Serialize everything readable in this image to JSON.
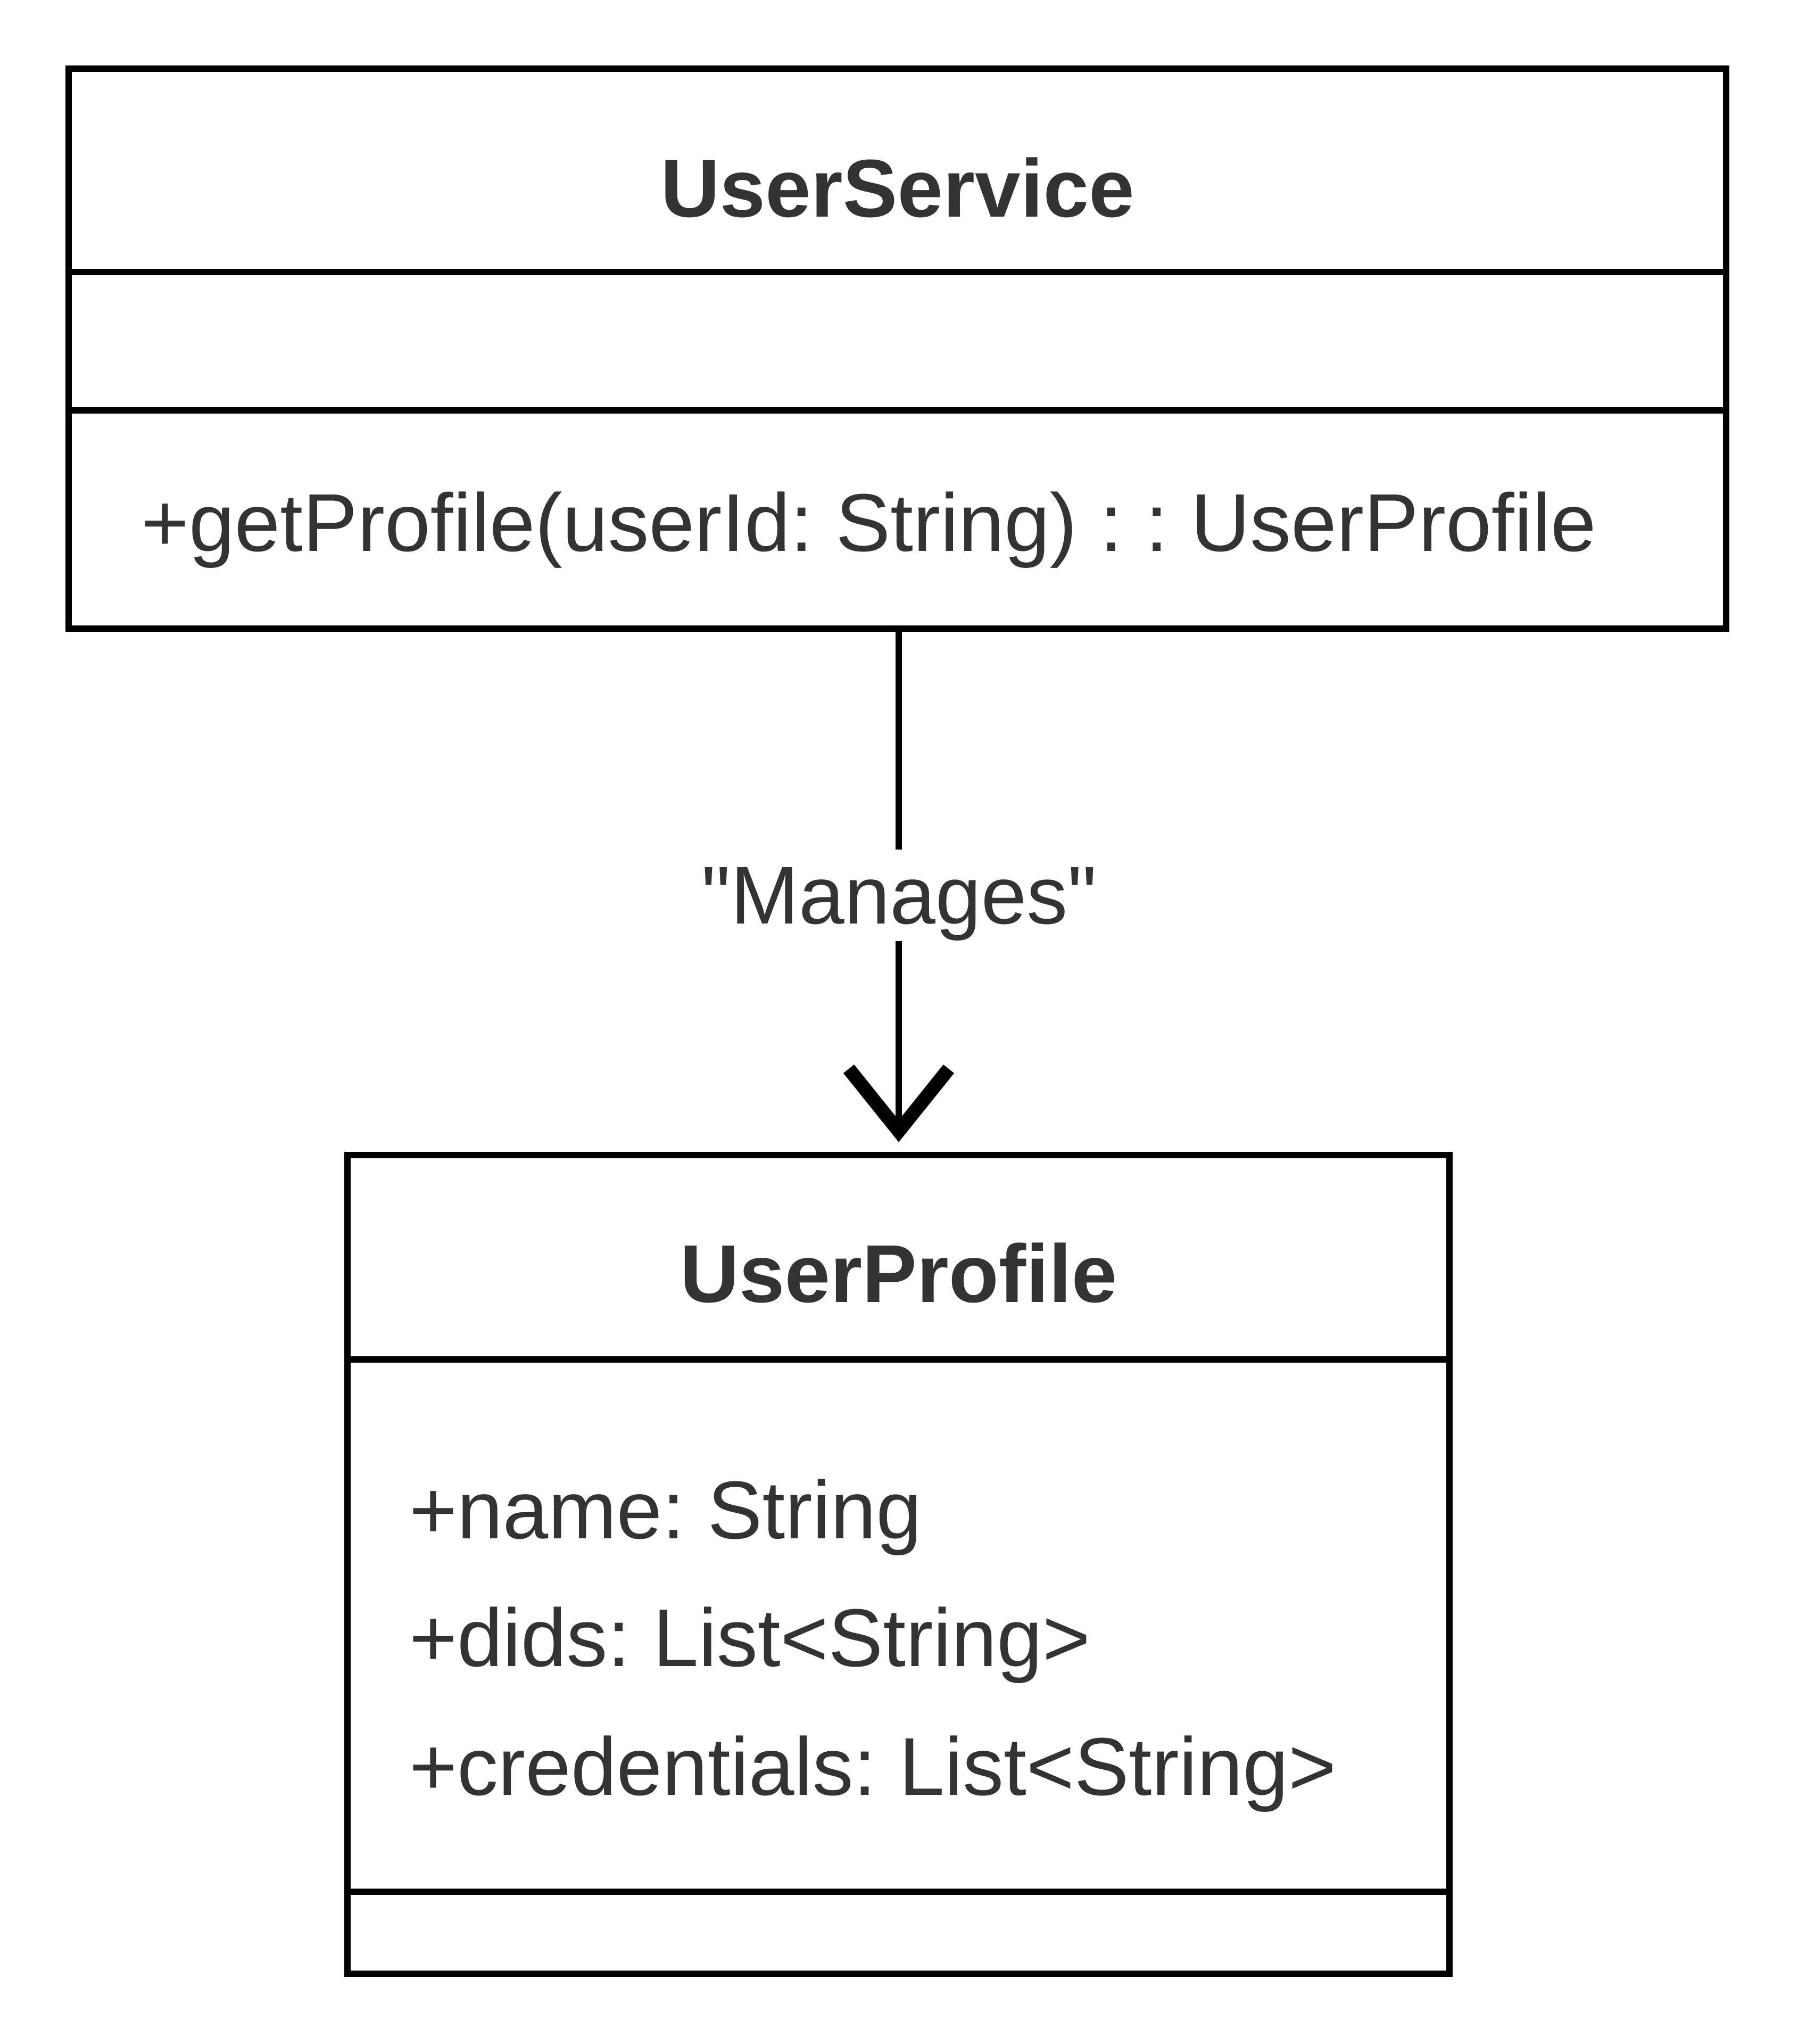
{
  "classes": {
    "user_service": {
      "name": "UserService",
      "attributes": [],
      "operations": [
        "+getProfile(userId: String) : : UserProfile"
      ]
    },
    "user_profile": {
      "name": "UserProfile",
      "attributes": [
        "+name: String",
        "+dids: List<String>",
        "+credentials: List<String>"
      ],
      "operations": []
    }
  },
  "relation": {
    "label": "\"Manages\"",
    "type": "directed association",
    "from": "UserService",
    "to": "UserProfile"
  },
  "colors": {
    "line": "#000000",
    "text": "#333333",
    "background": "#ffffff"
  }
}
